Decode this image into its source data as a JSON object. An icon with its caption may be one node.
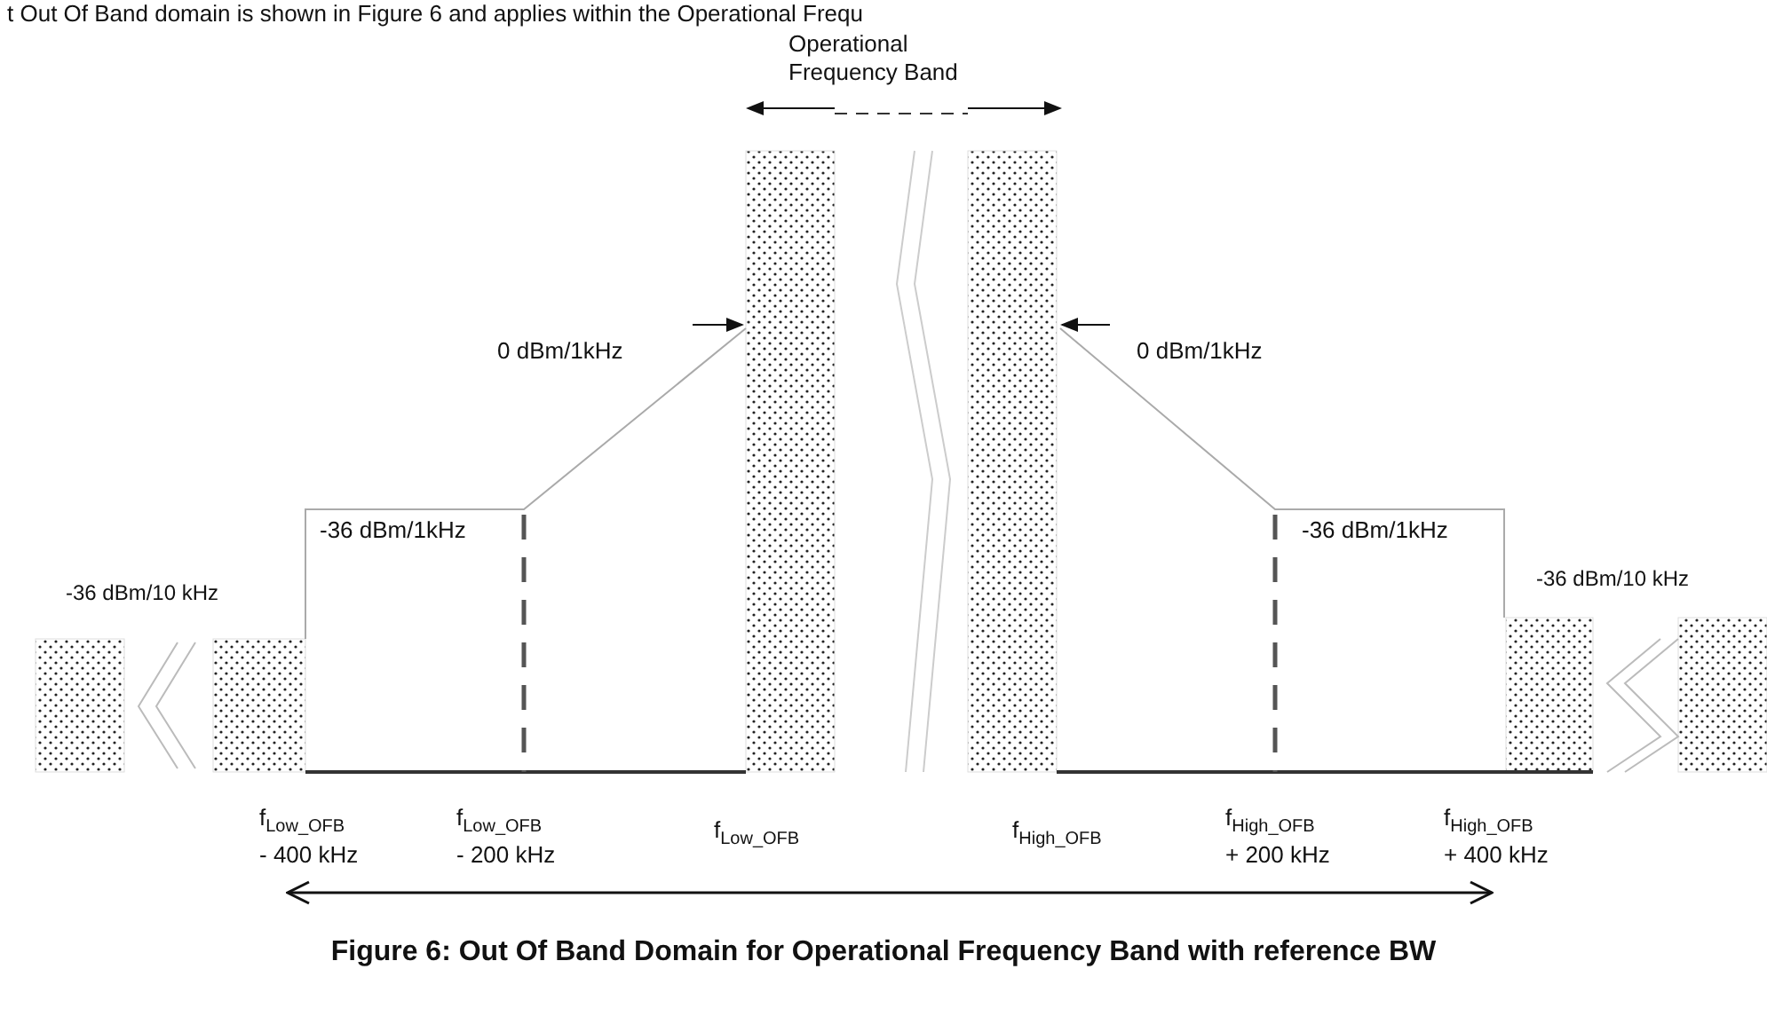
{
  "diagram": {
    "caption": "Figure 6: Out Of Band Domain for Operational Frequency Band with reference BW",
    "labels": [
      "t Out Of Band domain is shown in Figure 6 and applies within the Operational Frequ",
      "Operational Frequency Band",
      "0 dBm/1kHz",
      "0 dBm/1kHz",
      "-36 dBm/1kHz",
      "-36 dBm/1kHz",
      "-36 dBm/10 kHz",
      "-36 dBm/10 kHz",
      "f$_{Low_OFB}$ - 400 kHz",
      "f$_{Low_OFB}$ - 200 kHz",
      "f$_{Low_OFB}$",
      "f$_{High_OFB}$",
      "f$_{High_OFB}$ + 200 kHz",
      "f$_{High_OFB}$ + 400 kHz"
    ]
  }
}
